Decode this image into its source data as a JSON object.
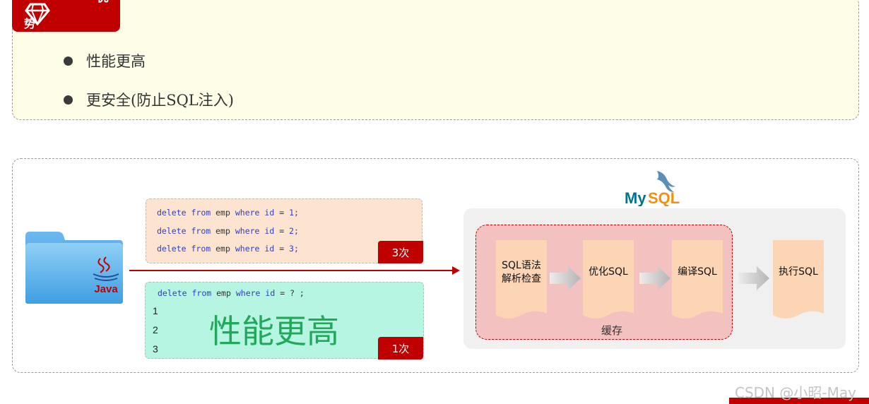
{
  "header": {
    "badge_text_right": "优",
    "badge_text_left": "势",
    "badge_icon": "diamond-icon"
  },
  "advantages": [
    {
      "text": "性能更高"
    },
    {
      "text": "更安全(防止SQL注入)"
    }
  ],
  "client": {
    "icon": "java-folder-icon",
    "java_label": "Java"
  },
  "statements_plain": {
    "lines": [
      {
        "kw1": "delete",
        "kw2": "from",
        "table": "emp",
        "kw3": "where",
        "col": "id",
        "op": "=",
        "val": "1;"
      },
      {
        "kw1": "delete",
        "kw2": "from",
        "table": "emp",
        "kw3": "where",
        "col": "id",
        "op": "=",
        "val": "2;"
      },
      {
        "kw1": "delete",
        "kw2": "from",
        "table": "emp",
        "kw3": "where",
        "col": "id",
        "op": "=",
        "val": "3;"
      }
    ],
    "count_label": "3次"
  },
  "statements_prepared": {
    "line": {
      "kw1": "delete",
      "kw2": "from",
      "table": "emp",
      "kw3": "where",
      "col": "id",
      "op": "=",
      "val": "? ;"
    },
    "params": [
      "1",
      "2",
      "3"
    ],
    "highlight_text": "性能更高",
    "count_label": "1次"
  },
  "mysql": {
    "logo_text_my": "My",
    "logo_text_sql": "SQL",
    "steps": [
      {
        "label_line1": "SQL语法",
        "label_line2": "解析检查"
      },
      {
        "label_line1": "优化SQL",
        "label_line2": ""
      },
      {
        "label_line1": "编译SQL",
        "label_line2": ""
      },
      {
        "label_line1": "执行SQL",
        "label_line2": ""
      }
    ],
    "cache_label": "缓存"
  },
  "colors": {
    "accent_red": "#c00000",
    "step_fill": "#fcd5b5",
    "cache_fill": "#f4c1c1",
    "green_text": "#22a85a"
  },
  "watermark": "CSDN @小昭-May"
}
